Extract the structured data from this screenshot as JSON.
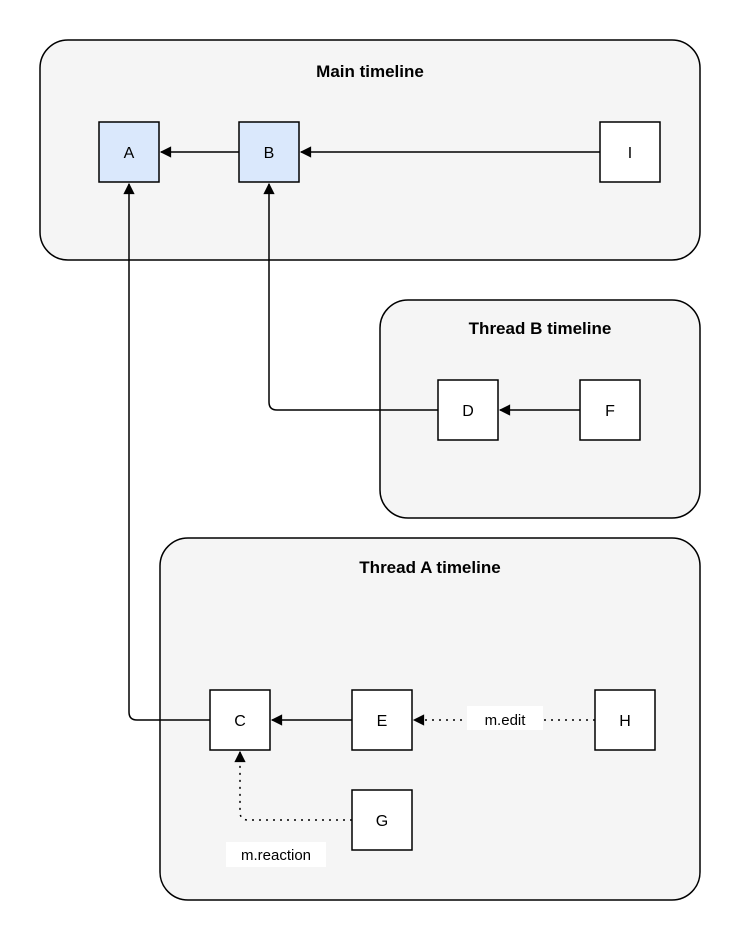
{
  "colors": {
    "background": "#ffffff",
    "group_fill": "#f5f5f5",
    "group_stroke": "#000000",
    "node_fill": "#ffffff",
    "node_highlight_fill": "#dae8fc",
    "node_stroke": "#000000",
    "edge_stroke": "#000000",
    "edge_label_bg": "#ffffff",
    "text_color": "#000000"
  },
  "groups": {
    "main": {
      "title": "Main timeline"
    },
    "thread_b": {
      "title": "Thread B timeline"
    },
    "thread_a": {
      "title": "Thread A timeline"
    }
  },
  "nodes": {
    "a": {
      "label": "A",
      "highlighted": true
    },
    "b": {
      "label": "B",
      "highlighted": true
    },
    "i": {
      "label": "I",
      "highlighted": false
    },
    "d": {
      "label": "D",
      "highlighted": false
    },
    "f": {
      "label": "F",
      "highlighted": false
    },
    "c": {
      "label": "C",
      "highlighted": false
    },
    "e": {
      "label": "E",
      "highlighted": false
    },
    "h": {
      "label": "H",
      "highlighted": false
    },
    "g": {
      "label": "G",
      "highlighted": false
    }
  },
  "edges": {
    "b_to_a": {
      "style": "solid",
      "label": ""
    },
    "i_to_b": {
      "style": "solid",
      "label": ""
    },
    "f_to_d": {
      "style": "solid",
      "label": ""
    },
    "d_to_b": {
      "style": "solid",
      "label": ""
    },
    "e_to_c": {
      "style": "solid",
      "label": ""
    },
    "c_to_a": {
      "style": "solid",
      "label": ""
    },
    "h_to_e": {
      "style": "dotted",
      "label": "m.edit"
    },
    "g_to_c": {
      "style": "dotted",
      "label": "m.reaction"
    }
  }
}
